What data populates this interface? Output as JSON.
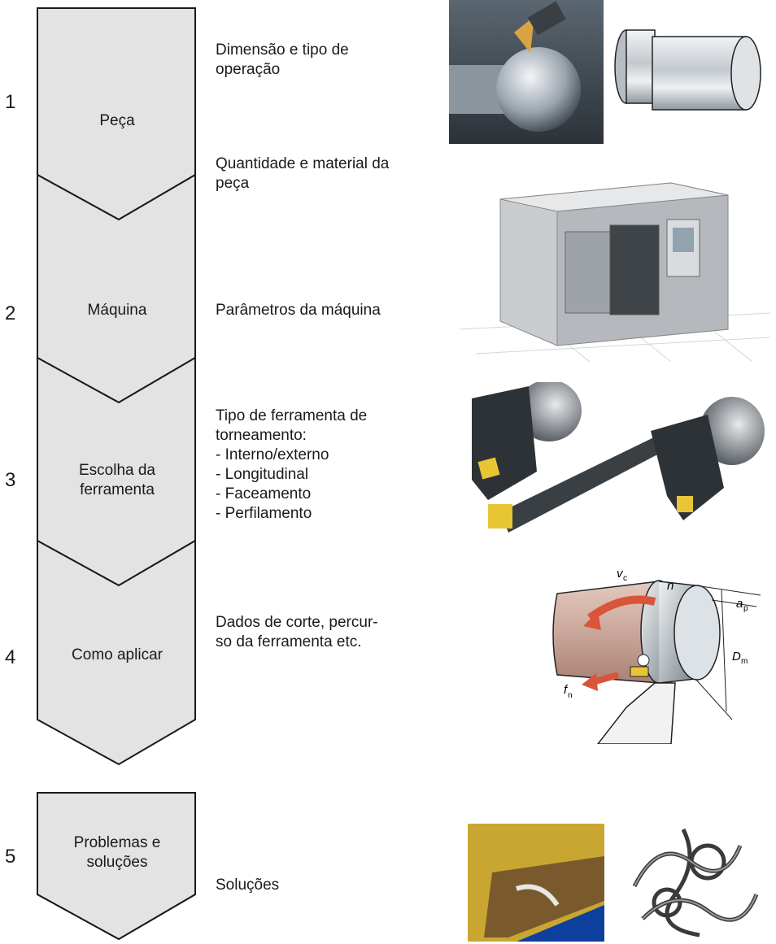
{
  "steps": [
    {
      "number": "1",
      "label": "Peça",
      "desc1": "Dimensão e tipo de\noperação",
      "desc2": "Quantidade e material da\npeça"
    },
    {
      "number": "2",
      "label": "Máquina",
      "desc": "Parâmetros da máquina"
    },
    {
      "number": "3",
      "label": "Escolha da\nferramenta",
      "desc": "Tipo de ferramenta de\ntorneamento:\n- Interno/externo\n- Longitudinal\n- Faceamento\n- Perfilamento"
    },
    {
      "number": "4",
      "label": "Como aplicar",
      "desc": "Dados de corte, percur-\nso da ferramenta etc."
    },
    {
      "number": "5",
      "label": "Problemas e\nsoluções",
      "desc": "Soluções"
    }
  ],
  "diagram_labels": {
    "vc": "v",
    "vc_sub": "c",
    "n": "n",
    "ap": "a",
    "ap_sub": "p",
    "dm": "D",
    "dm_sub": "m",
    "fn": "f",
    "fn_sub": "n"
  },
  "colors": {
    "stage_fill": "#e3e3e3",
    "stage_stroke": "#1a1a1a",
    "workpiece": "#caa79b"
  }
}
